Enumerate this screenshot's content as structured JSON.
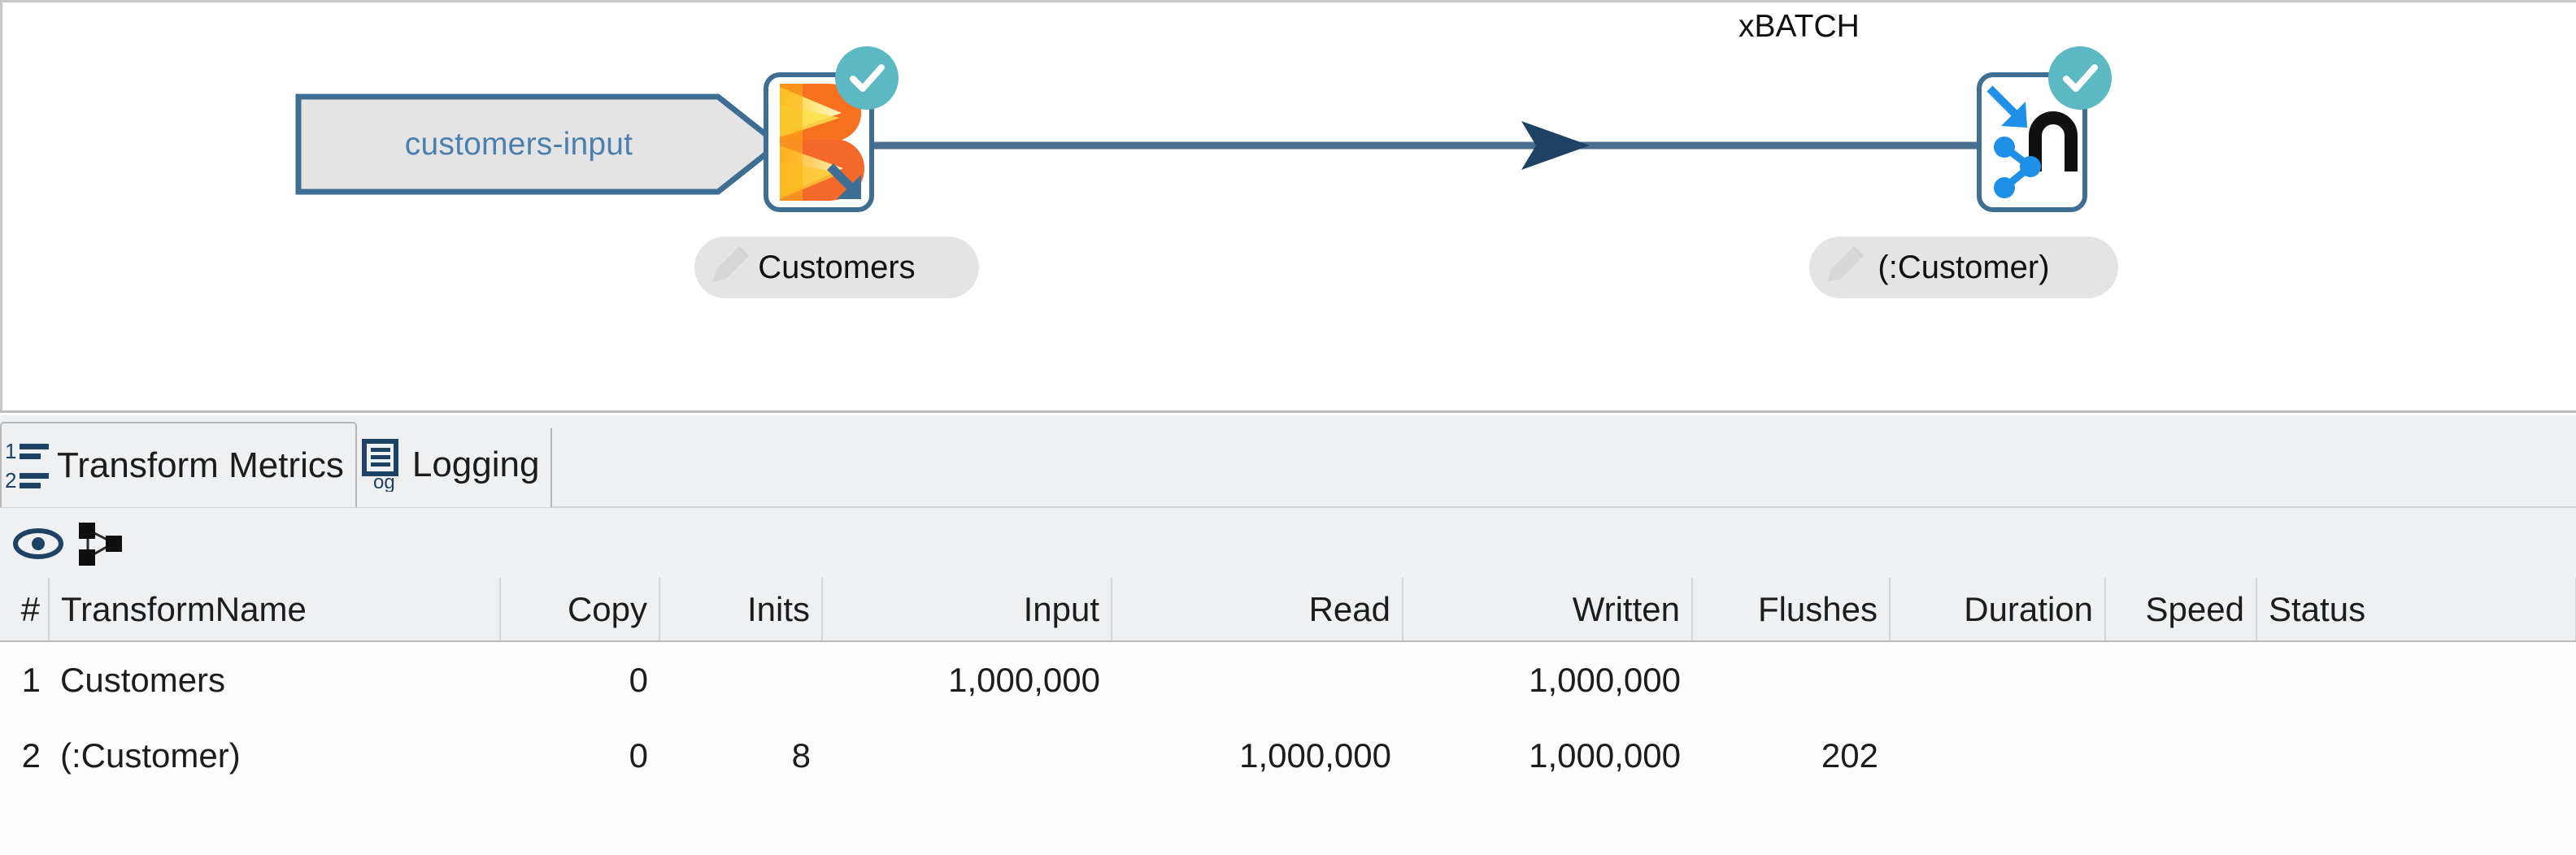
{
  "canvas": {
    "hop": {
      "label": "customers-input",
      "fill": "#e4e4e4",
      "stroke": "#3f6e94",
      "text_color": "#4a7fae"
    },
    "nodes": [
      {
        "id": "customers",
        "pill_label": "Customers",
        "icon": "hop-transform-icon",
        "badge": "success-check-icon",
        "badge_color": "#5cb8c2"
      },
      {
        "id": "neo4j-output",
        "pill_label": "(:Customer)",
        "annotation": "xBATCH",
        "icon": "neo4j-output-icon",
        "badge": "success-check-icon",
        "badge_color": "#5cb8c2"
      }
    ],
    "connector": {
      "color": "#4a6e8e",
      "arrow": "arrow-right-icon"
    }
  },
  "tabs": [
    {
      "label": "Transform Metrics",
      "icon": "numbered-list-icon",
      "active": true
    },
    {
      "label": "Logging",
      "icon": "log-document-icon",
      "active": false
    }
  ],
  "toolbar": [
    {
      "name": "preview-eye-icon",
      "title": "eye"
    },
    {
      "name": "pipeline-graph-icon",
      "title": "graph"
    }
  ],
  "table": {
    "columns": [
      {
        "key": "num",
        "label": "#",
        "align": "right"
      },
      {
        "key": "name",
        "label": "TransformName",
        "align": "left"
      },
      {
        "key": "copy",
        "label": "Copy",
        "align": "right"
      },
      {
        "key": "inits",
        "label": "Inits",
        "align": "right"
      },
      {
        "key": "input",
        "label": "Input",
        "align": "right"
      },
      {
        "key": "read",
        "label": "Read",
        "align": "right"
      },
      {
        "key": "written",
        "label": "Written",
        "align": "right"
      },
      {
        "key": "flushes",
        "label": "Flushes",
        "align": "right"
      },
      {
        "key": "duration",
        "label": "Duration",
        "align": "right"
      },
      {
        "key": "speed",
        "label": "Speed",
        "align": "right"
      },
      {
        "key": "status",
        "label": "Status",
        "align": "left"
      }
    ],
    "rows": [
      {
        "num": "1",
        "name": "Customers",
        "copy": "0",
        "inits": "",
        "input": "1,000,000",
        "read": "",
        "written": "1,000,000",
        "flushes": "",
        "duration": "",
        "speed": "",
        "status": ""
      },
      {
        "num": "2",
        "name": "(:Customer)",
        "copy": "0",
        "inits": "8",
        "input": "",
        "read": "1,000,000",
        "written": "1,000,000",
        "flushes": "202",
        "duration": "",
        "speed": "",
        "status": ""
      }
    ]
  }
}
